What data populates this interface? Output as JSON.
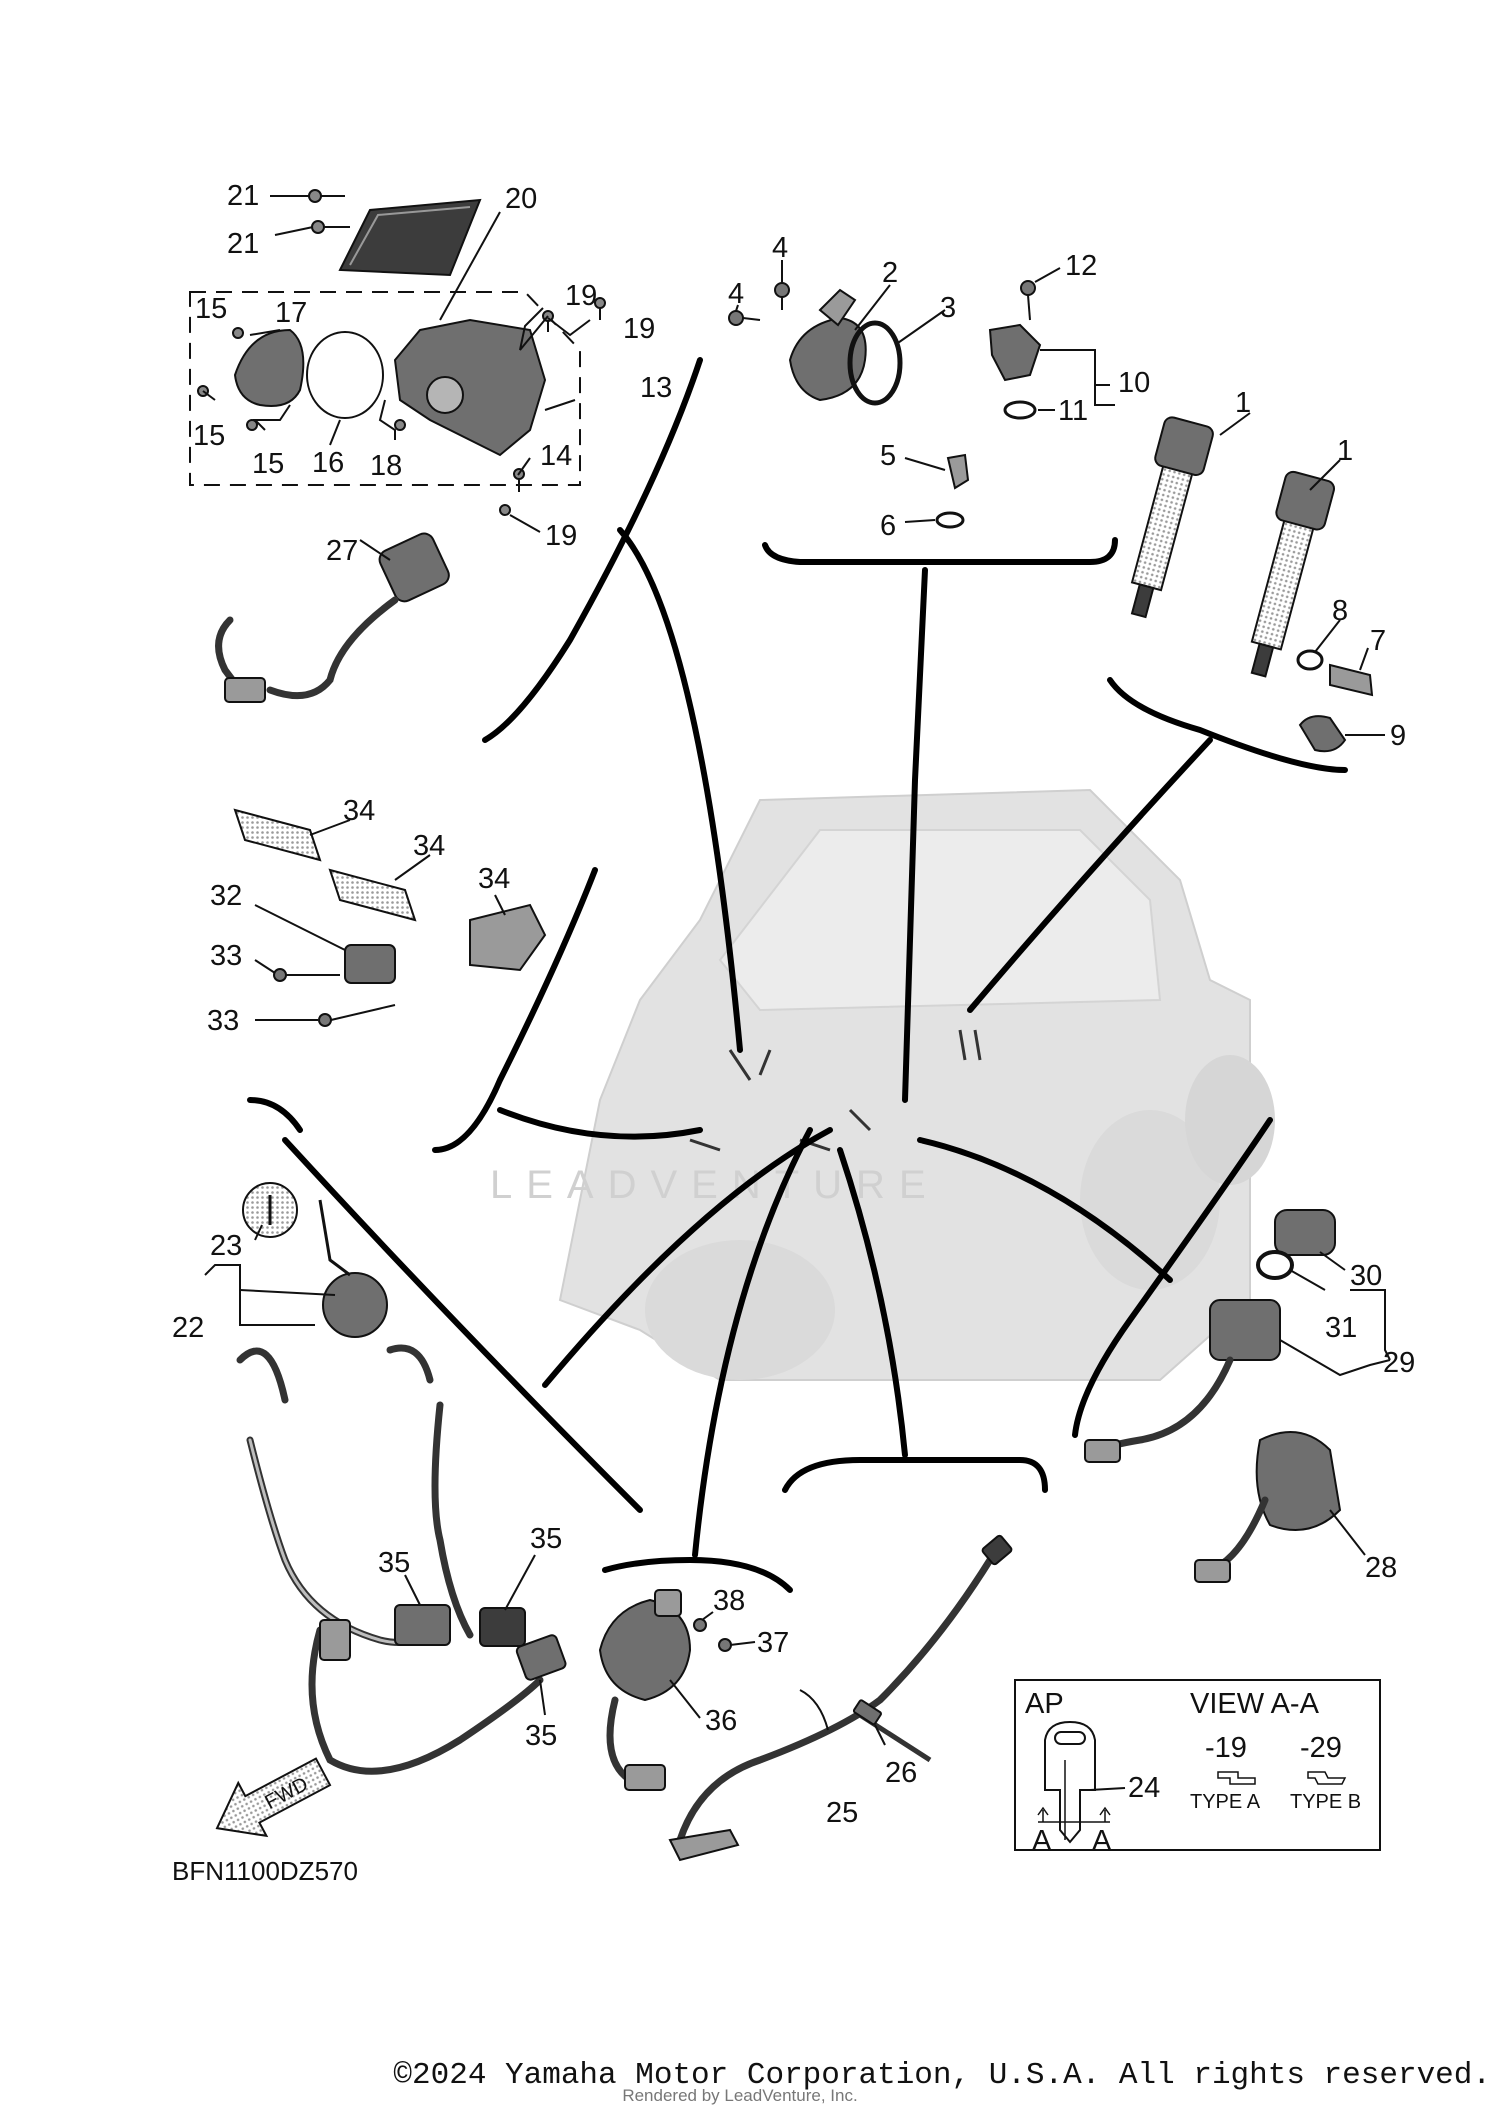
{
  "diagram": {
    "code": "BFN1100DZ570",
    "watermark": "LEADVENTURE",
    "copyright": "©2024 Yamaha Motor Corporation, U.S.A. All rights reserved.",
    "rendered_by": "Rendered by LeadVenture, Inc.",
    "fwd_label": "FWD",
    "callouts": [
      {
        "id": "c-1a",
        "text": "1"
      },
      {
        "id": "c-1b",
        "text": "1"
      },
      {
        "id": "c-2",
        "text": "2"
      },
      {
        "id": "c-3",
        "text": "3"
      },
      {
        "id": "c-4a",
        "text": "4"
      },
      {
        "id": "c-4b",
        "text": "4"
      },
      {
        "id": "c-5",
        "text": "5"
      },
      {
        "id": "c-6",
        "text": "6"
      },
      {
        "id": "c-7",
        "text": "7"
      },
      {
        "id": "c-8",
        "text": "8"
      },
      {
        "id": "c-9",
        "text": "9"
      },
      {
        "id": "c-10",
        "text": "10"
      },
      {
        "id": "c-11",
        "text": "11"
      },
      {
        "id": "c-12",
        "text": "12"
      },
      {
        "id": "c-13",
        "text": "13"
      },
      {
        "id": "c-14",
        "text": "14"
      },
      {
        "id": "c-15a",
        "text": "15"
      },
      {
        "id": "c-15b",
        "text": "15"
      },
      {
        "id": "c-15c",
        "text": "15"
      },
      {
        "id": "c-16",
        "text": "16"
      },
      {
        "id": "c-17",
        "text": "17"
      },
      {
        "id": "c-18",
        "text": "18"
      },
      {
        "id": "c-19a",
        "text": "19"
      },
      {
        "id": "c-19b",
        "text": "19"
      },
      {
        "id": "c-19c",
        "text": "19"
      },
      {
        "id": "c-20",
        "text": "20"
      },
      {
        "id": "c-21a",
        "text": "21"
      },
      {
        "id": "c-21b",
        "text": "21"
      },
      {
        "id": "c-22",
        "text": "22"
      },
      {
        "id": "c-23",
        "text": "23"
      },
      {
        "id": "c-24",
        "text": "24"
      },
      {
        "id": "c-25",
        "text": "25"
      },
      {
        "id": "c-26",
        "text": "26"
      },
      {
        "id": "c-27",
        "text": "27"
      },
      {
        "id": "c-28",
        "text": "28"
      },
      {
        "id": "c-29",
        "text": "29"
      },
      {
        "id": "c-30",
        "text": "30"
      },
      {
        "id": "c-31",
        "text": "31"
      },
      {
        "id": "c-32",
        "text": "32"
      },
      {
        "id": "c-33a",
        "text": "33"
      },
      {
        "id": "c-33b",
        "text": "33"
      },
      {
        "id": "c-34a",
        "text": "34"
      },
      {
        "id": "c-34b",
        "text": "34"
      },
      {
        "id": "c-34c",
        "text": "34"
      },
      {
        "id": "c-35a",
        "text": "35"
      },
      {
        "id": "c-35b",
        "text": "35"
      },
      {
        "id": "c-35c",
        "text": "35"
      },
      {
        "id": "c-36",
        "text": "36"
      },
      {
        "id": "c-37",
        "text": "37"
      },
      {
        "id": "c-38",
        "text": "38"
      }
    ],
    "inset": {
      "ap_label": "AP",
      "view_label": "VIEW A-A",
      "section_marks": [
        "A",
        "A"
      ],
      "variant_a_code": "-19",
      "variant_b_code": "-29",
      "variant_a_type": "TYPE A",
      "variant_b_type": "TYPE B"
    }
  }
}
